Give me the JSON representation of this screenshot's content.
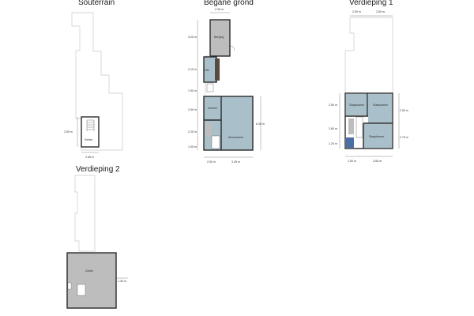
{
  "colors": {
    "room_blue": "#a9bfca",
    "room_gray": "#bdbdbd",
    "stair_dark": "#5a4a3a",
    "bath_blue": "#4a6fa5"
  },
  "floors": {
    "souterrain": {
      "title": "Souterrain",
      "rooms": {
        "kelder": "Kelder"
      },
      "dims": {
        "h": "3.50 m",
        "w": "2.55 m"
      }
    },
    "begane_grond": {
      "title": "Begane grond",
      "rooms": {
        "berging": "Berging",
        "hal": "Hal",
        "keuken": "Keuken",
        "woonkamer": "Woonkamer"
      },
      "dims": {
        "top": "2.95 m",
        "l1": "4.20 m",
        "l2": "2.15 m",
        "l3": "1.90 m",
        "l4": "2.50 m",
        "l5": "2.25 m",
        "l6": "1.05 m",
        "right": "6.30 m",
        "b1": "2.50 m",
        "b2": "3.45 m"
      }
    },
    "verdieping_1": {
      "title": "Verdieping 1",
      "rooms": {
        "slk1": "Slaapkamer",
        "slk2": "Slaapkamer",
        "slk3": "Slaapkamer"
      },
      "dims": {
        "t1": "2.90 m",
        "t2": "2.65 m",
        "l1": "2.50 m",
        "l2": "2.60 m",
        "l3": "1.20 m",
        "r1": "2.50 m",
        "r2": "2.75 m",
        "b1": "1.50 m",
        "b2": "3.55 m"
      }
    },
    "verdieping_2": {
      "title": "Verdieping 2",
      "rooms": {
        "zolder": "Zolder"
      },
      "dims": {
        "r": "1.40 m"
      }
    }
  }
}
